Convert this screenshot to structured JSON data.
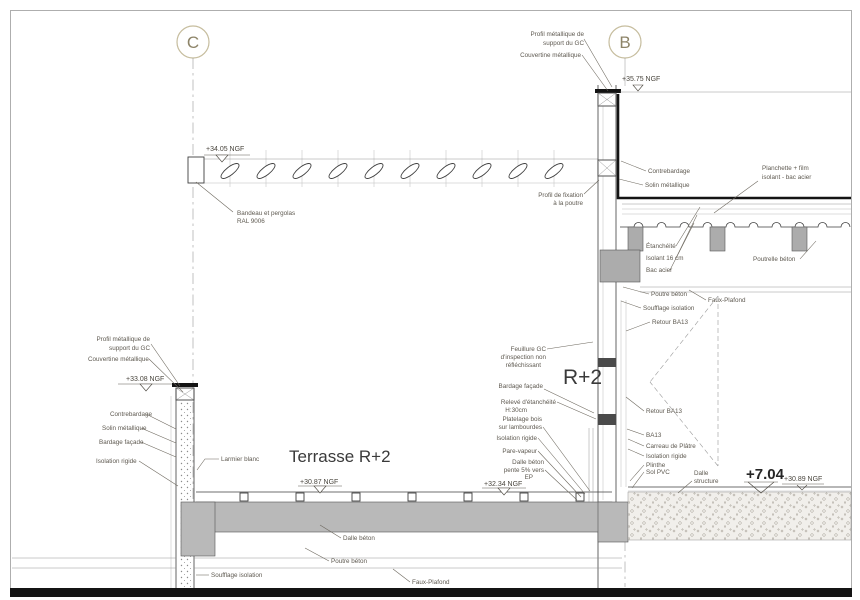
{
  "grid": {
    "c": "C",
    "b": "B"
  },
  "levels": {
    "ngf_3575": "+35.75 NGF",
    "ngf_3405": "+34.05 NGF",
    "ngf_3308": "+33.08 NGF",
    "ngf_3087": "+30.87 NGF",
    "ngf_3234": "+32.34 NGF",
    "level_704": "+7.04",
    "ngf_3089": "+30.89 NGF"
  },
  "labels": {
    "terrasse": "Terrasse R+2",
    "r2": "R+2",
    "profil_support_b_l1": "Profil métallique de",
    "profil_support_b_l2": "support du GC",
    "couvertine_b": "Couvertine métallique",
    "profil_fixation_l1": "Profil de fixation",
    "profil_fixation_l2": "à la poutre",
    "bandeau_l1": "Bandeau et pergolas",
    "bandeau_l2": "RAL 9006",
    "contrebardage_r": "Contrebardage",
    "solin_r": "Solin métallique",
    "planchette_l1": "Planchette + film",
    "planchette_l2": "isolant - bac acier",
    "etancheite": "Étanchéité",
    "isolant16": "Isolant 16 cm",
    "bac_acier": "Bac acier",
    "poutrelle_beton": "Poutrelle béton",
    "poutre_beton_r": "Poutre béton",
    "faux_plafond_r": "Faux-Plafond",
    "soufflage_r": "Soufflage isolation",
    "retour_ba13_a": "Retour BA13",
    "profil_support_c_l1": "Profil métallique de",
    "profil_support_c_l2": "support du GC",
    "couvertine_c": "Couvertine métallique",
    "contrebardage_l": "Contrebardage",
    "solin_l": "Solin métallique",
    "bardage_facade_l": "Bardage façade",
    "isolation_rigide_l": "Isolation rigide",
    "larmier": "Larmier blanc",
    "feuillure_l1": "Feuillure GC",
    "feuillure_l2": "d'inspection non",
    "feuillure_l3": "réfléchissant",
    "bardage_facade_r": "Bardage façade",
    "releve_l1": "Relevé d'étanchéité",
    "releve_l2": "H:30cm",
    "platelage_l1": "Platelage bois",
    "platelage_l2": "sur lambourdes",
    "isolation_rigide_c": "Isolation rigide",
    "pare_vapeur": "Pare-vapeur",
    "dalle_pente_l1": "Dalle béton",
    "dalle_pente_l2": "pente 5% vers",
    "dalle_pente_l3": "EP",
    "retour_ba13_b": "Retour BA13",
    "ba13": "BA13",
    "carreau": "Carreau de Plâtre",
    "isolation_rigide_r": "Isolation rigide",
    "plinthe": "Plinthe",
    "sol_pvc": "Sol PVC",
    "dalle_structure_l1": "Dalle",
    "dalle_structure_l2": "structure",
    "dalle_beton_b": "Dalle béton",
    "poutre_beton_b": "Poutre béton",
    "soufflage_b": "Soufflage isolation",
    "faux_plafond_b": "Faux-Plafond"
  },
  "colors": {
    "accent_bubble": "#8d8468",
    "bubble_ring": "#c6bd9e",
    "line": "#3f3f3f",
    "annotation_text": "#5e5950",
    "beam_fill": "#acacac",
    "slab_fill": "#b9b9b9",
    "black": "#141414"
  }
}
